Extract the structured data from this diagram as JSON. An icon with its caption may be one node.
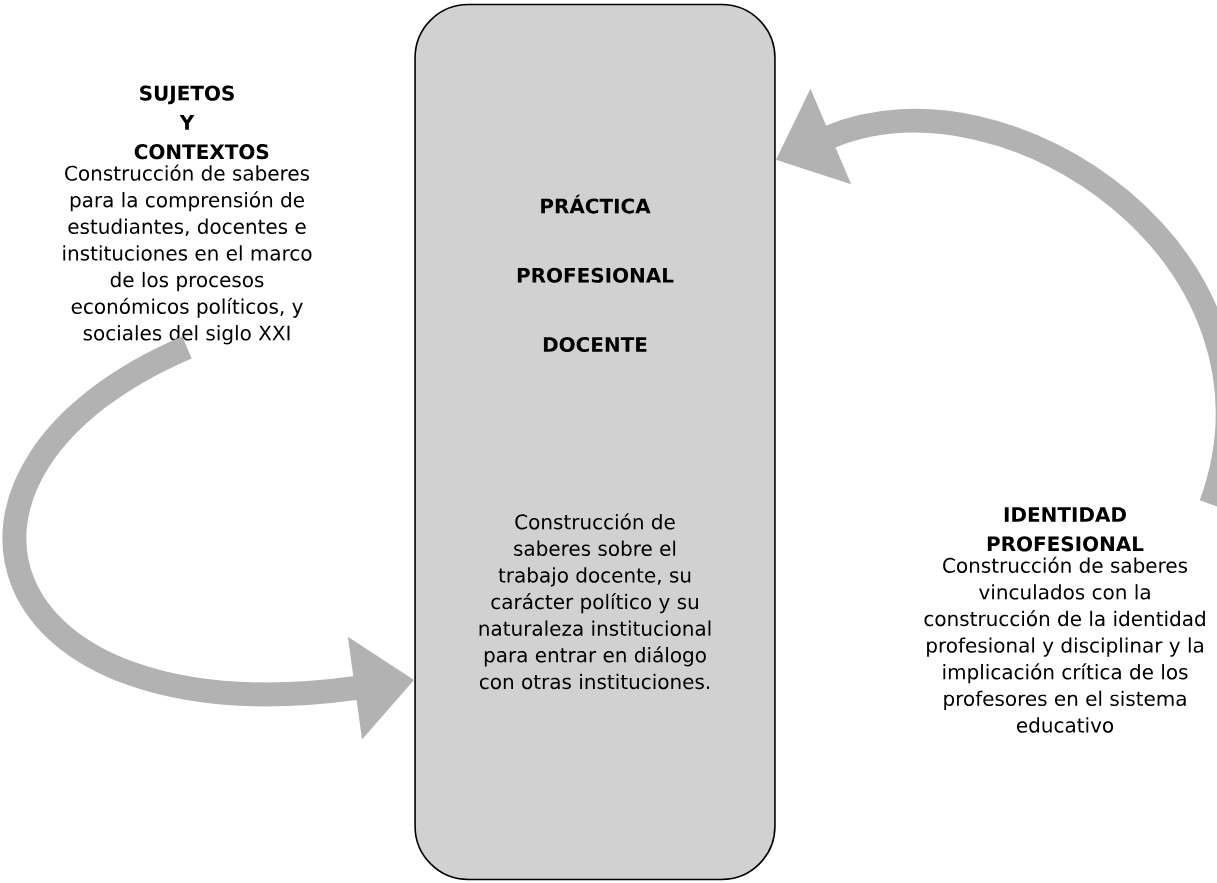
{
  "diagram": {
    "nodes": [
      {
        "text": [
          "SUJETOS Y CONTEXTOS",
          "Construcción de saberes para la comprensión de estudiantes, docentes e instituciones en el marco de los procesos económicos políticos, y sociales del siglo XXI"
        ]
      },
      {
        "text": [
          "PRÁCTICA PROFESIONAL DOCENTE",
          "Construcción de saberes sobre el trabajo docente, su carácter político y su naturaleza institucional para entrar en diálogo con otras instituciones."
        ]
      },
      {
        "text": [
          "IDENTIDAD PROFESIONAL",
          "Construcción de saberes vinculados con la construcción de la identidad profesional y disciplinar y la implicación crítica de los profesores en el sistema educativo"
        ]
      }
    ],
    "edges": [
      {
        "from": 0,
        "to": 1,
        "arrow": "to"
      },
      {
        "from": 2,
        "to": 1,
        "arrow": "to"
      }
    ]
  }
}
